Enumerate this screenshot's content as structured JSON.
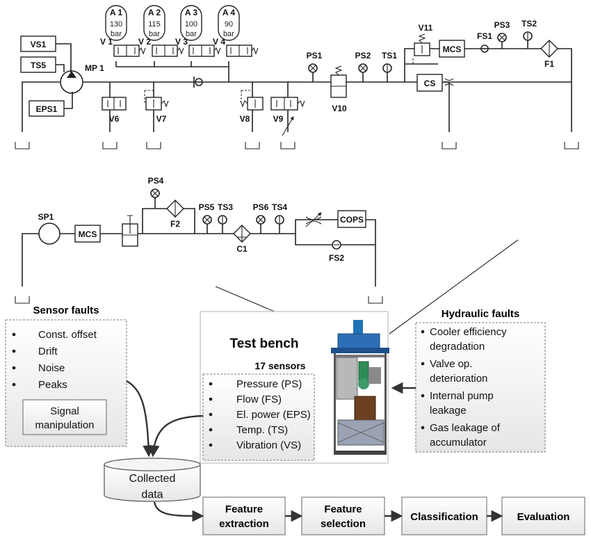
{
  "accumulators": [
    {
      "id": "A 1",
      "pressure": "130",
      "unit": "bar",
      "valve": "V 1"
    },
    {
      "id": "A 2",
      "pressure": "115",
      "unit": "bar",
      "valve": "V 2"
    },
    {
      "id": "A 3",
      "pressure": "100",
      "unit": "bar",
      "valve": "V 3"
    },
    {
      "id": "A 4",
      "pressure": "90",
      "unit": "bar",
      "valve": "V 4"
    }
  ],
  "primary_circuit": {
    "motor_pump": "MP 1",
    "vibration_sensor": "VS1",
    "temp_sensor_pump": "TS5",
    "power_sensor": "EPS1",
    "valves": [
      "V6",
      "V7",
      "V8",
      "V9",
      "V10",
      "V11"
    ],
    "pressure_sensors": [
      "PS1",
      "PS2",
      "PS3"
    ],
    "temp_sensors": [
      "TS1",
      "TS2"
    ],
    "flow_sensor": "FS1",
    "filter": "F1",
    "mcs": "MCS",
    "cs": "CS"
  },
  "secondary_circuit": {
    "pump": "SP1",
    "mcs": "MCS",
    "pressure_sensors": [
      "PS4",
      "PS5",
      "PS6"
    ],
    "temp_sensors": [
      "TS3",
      "TS4"
    ],
    "filter": "F2",
    "cooler": "C1",
    "cops": "COPS",
    "flow_sensor": "FS2"
  },
  "sensor_faults": {
    "title": "Sensor faults",
    "items": [
      "Const. offset",
      "Drift",
      "Noise",
      "Peaks"
    ],
    "signal_box": [
      "Signal",
      "manipulation"
    ]
  },
  "test_bench": {
    "title": "Test bench",
    "sensor_count_label": "17 sensors",
    "sensors": [
      "Pressure (PS)",
      "Flow (FS)",
      "El. power (EPS)",
      "Temp. (TS)",
      "Vibration (VS)"
    ]
  },
  "hydraulic_faults": {
    "title": "Hydraulic faults",
    "items": [
      [
        "Cooler efficiency",
        "degradation"
      ],
      [
        "Valve op.",
        "deterioration"
      ],
      [
        "Internal pump",
        "leakage"
      ],
      [
        "Gas leakage of",
        "accumulator"
      ]
    ]
  },
  "collected_data": [
    "Collected",
    "data"
  ],
  "pipeline": [
    [
      "Feature",
      "extraction"
    ],
    [
      "Feature",
      "selection"
    ],
    [
      "Classification"
    ],
    [
      "Evaluation"
    ]
  ]
}
